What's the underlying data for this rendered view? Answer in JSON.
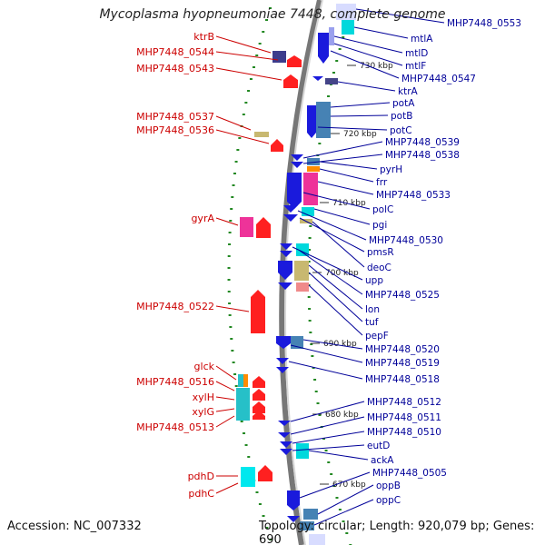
{
  "title": "Mycoplasma hyopneumoniae 7448, complete genome",
  "footer": {
    "accession": "Accession: NC_007332",
    "summary": "Topology: circular; Length: 920,079 bp; Genes: 690"
  },
  "colors": {
    "forward_label": "#cc0000",
    "reverse_label": "#000099",
    "forward_gene": "#ff2020",
    "reverse_gene": "#1a1adc",
    "backbone": "#888888",
    "gc_skew": "#228822"
  },
  "ticks": [
    "730 kbp",
    "720 kbp",
    "710 kbp",
    "700 kbp",
    "690 kbp",
    "680 kbp",
    "670 kbp"
  ],
  "left_labels": [
    "ktrB",
    "MHP7448_0544",
    "MHP7448_0543",
    "MHP7448_0537",
    "MHP7448_0536",
    "gyrA",
    "MHP7448_0522",
    "glck",
    "MHP7448_0516",
    "xylH",
    "xylG",
    "MHP7448_0513",
    "pdhD",
    "pdhC"
  ],
  "right_labels": [
    "MHP7448_0553",
    "mtlA",
    "mtlD",
    "mtlF",
    "MHP7448_0547",
    "ktrA",
    "potA",
    "potB",
    "potC",
    "MHP7448_0539",
    "MHP7448_0538",
    "pyrH",
    "frr",
    "MHP7448_0533",
    "polC",
    "pgi",
    "MHP7448_0530",
    "pmsR",
    "deoC",
    "upp",
    "MHP7448_0525",
    "lon",
    "tuf",
    "pepF",
    "MHP7448_0520",
    "MHP7448_0519",
    "MHP7448_0518",
    "MHP7448_0512",
    "MHP7448_0511",
    "MHP7448_0510",
    "eutD",
    "ackA",
    "MHP7448_0505",
    "oppB",
    "oppC"
  ]
}
